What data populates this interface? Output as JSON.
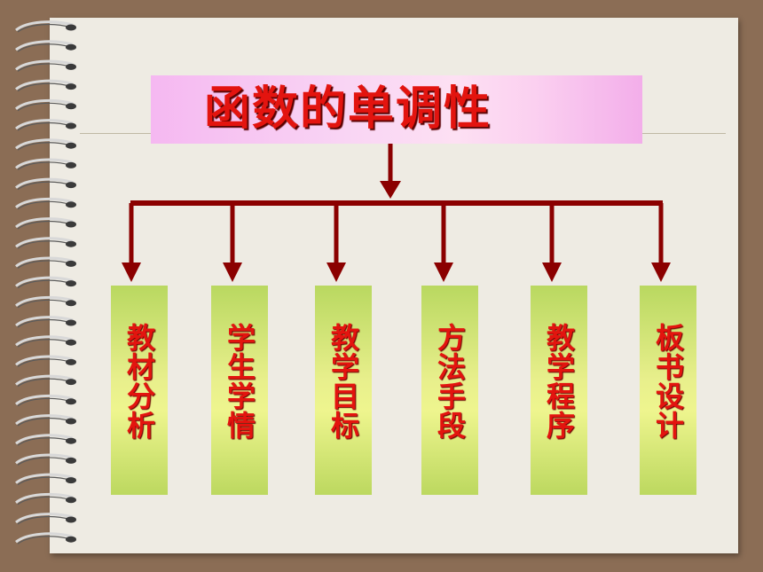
{
  "title": "函数的单调性",
  "items": [
    {
      "label": "教材分析"
    },
    {
      "label": "学生学情"
    },
    {
      "label": "教学目标"
    },
    {
      "label": "方法手段"
    },
    {
      "label": "教学程序"
    },
    {
      "label": "板书设计"
    }
  ],
  "colors": {
    "background": "#8b6d55",
    "paper": "#eeebe3",
    "arrow": "#8b0000",
    "text": "#e3140f",
    "title_box": "#f5b8f1",
    "node_box": "#d7e878"
  },
  "icons": [
    "spiral-binding-icon"
  ]
}
